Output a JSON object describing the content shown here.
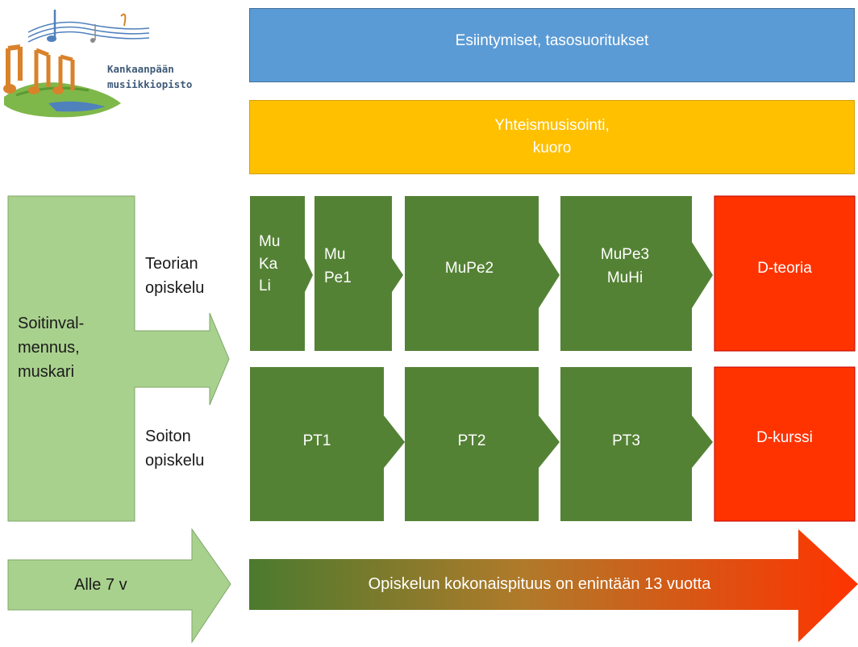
{
  "logo": {
    "line1": "Kankaanpään",
    "line2": "musiikkiopisto"
  },
  "banners": {
    "performances": "Esiintymiset, tasosuoritukset",
    "ensemble_line1": "Yhteismusisointi,",
    "ensemble_line2": "kuoro"
  },
  "left_column": {
    "start_line1": "Soitinval-",
    "start_line2": "mennus,",
    "start_line3": "muskari",
    "age": "Alle 7 v"
  },
  "tracks": {
    "theory": {
      "label_line1": "Teorian",
      "label_line2": "opiskelu",
      "step1": {
        "l1": "Mu",
        "l2": "Ka",
        "l3": "Li"
      },
      "step2": {
        "l1": "Mu",
        "l2": "Pe1"
      },
      "step3": "MuPe2",
      "step4": {
        "l1": "MuPe3",
        "l2": "MuHi"
      },
      "final": "D-teoria"
    },
    "playing": {
      "label_line1": "Soiton",
      "label_line2": "opiskelu",
      "step1": "PT1",
      "step2": "PT2",
      "step3": "PT3",
      "final": "D-kurssi"
    }
  },
  "duration_arrow": "Opiskelun kokonaispituus on enintään 13 vuotta",
  "colors": {
    "blue": "#5b9bd5",
    "yellow": "#ffc000",
    "dark_green": "#548235",
    "light_green": "#a9d18e",
    "red": "#ff3300"
  }
}
